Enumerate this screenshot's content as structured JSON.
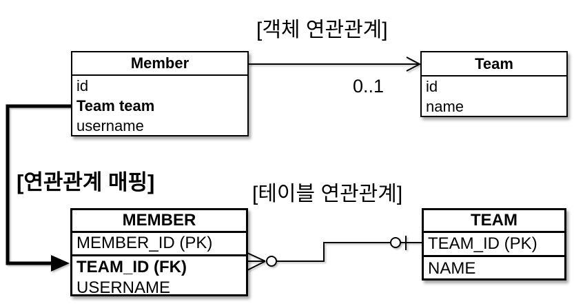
{
  "diagram": {
    "object_section": {
      "title": "[객체 연관관계]",
      "multiplicity": "0..1",
      "member_class": {
        "title": "Member",
        "fields": [
          "id",
          "Team team",
          "username"
        ]
      },
      "team_class": {
        "title": "Team",
        "fields": [
          "id",
          "name"
        ]
      }
    },
    "mapping_label": "[연관관계 매핑]",
    "table_section": {
      "title": "[테이블 연관관계]",
      "member_table": {
        "title": "MEMBER",
        "primary_key": "MEMBER_ID (PK)",
        "fields": [
          "TEAM_ID (FK)",
          "USERNAME"
        ]
      },
      "team_table": {
        "title": "TEAM",
        "primary_key": "TEAM_ID (PK)",
        "fields": [
          "NAME"
        ]
      }
    },
    "notation": {
      "object_arrow": "unidirectional-open-arrow",
      "member_table_side": "zero-or-many-crows-foot",
      "team_table_side": "zero-or-one"
    },
    "colors": {
      "line": "#000000",
      "box_fill": "#ffffff",
      "text": "#000000"
    }
  }
}
